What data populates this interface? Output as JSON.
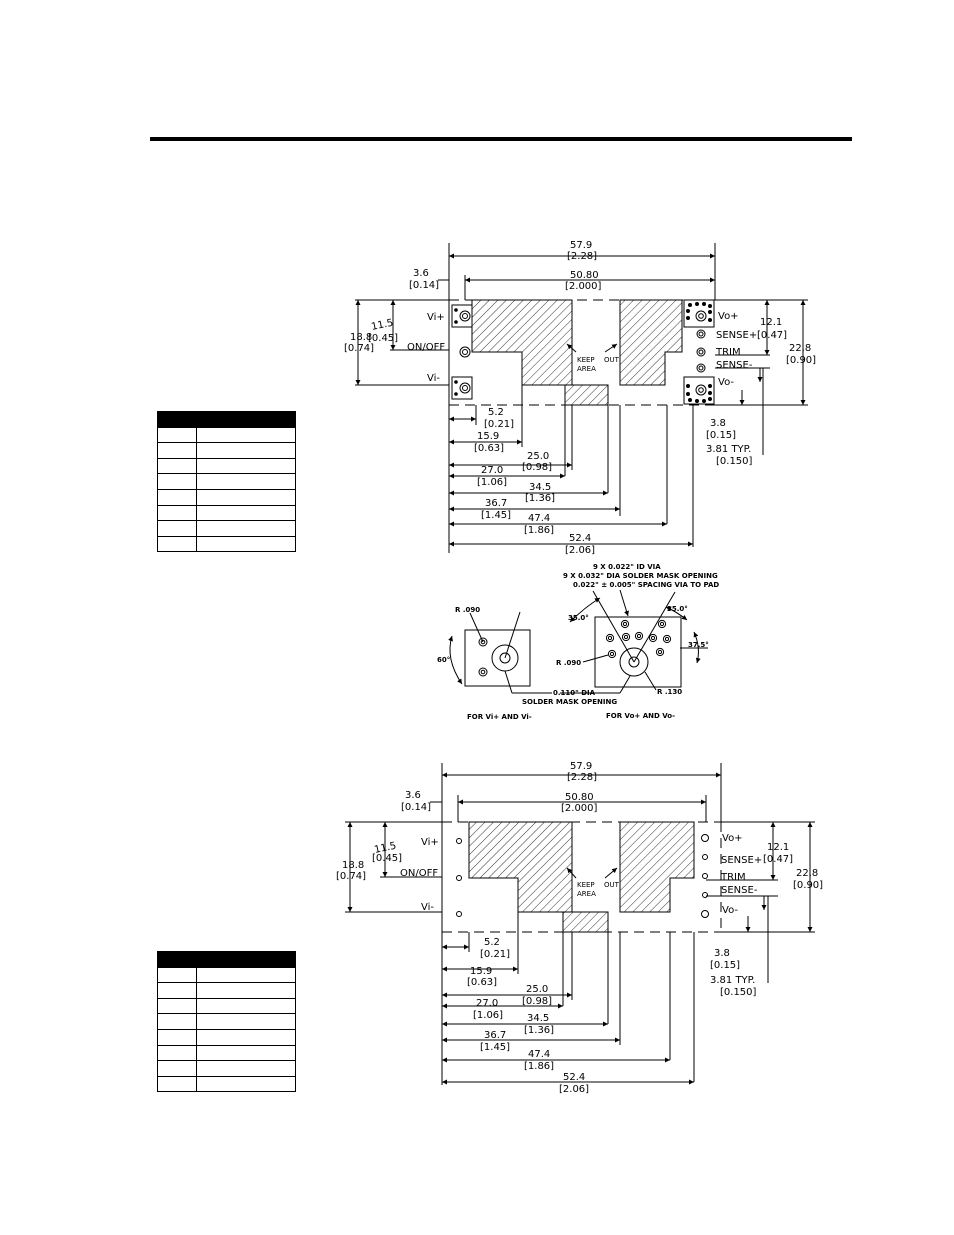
{
  "top_view": {
    "pins_left": [
      "Vi+",
      "ON/OFF",
      "Vi-"
    ],
    "pins_right": [
      "Vo+",
      "SENSE+",
      "TRIM",
      "SENSE-",
      "Vo-"
    ],
    "keep_out": [
      "KEEP",
      "AREA",
      "OUT"
    ],
    "dims": {
      "d579": "57.9",
      "d579b": "[2.28]",
      "d5080": "50.80",
      "d5080b": "[2.000]",
      "d36": "3.6",
      "d36b": "[0.14]",
      "d115": "11.5",
      "d115b": "[0.45]",
      "d188": "18.8",
      "d188b": "[0.74]",
      "d121": "12.1",
      "d121b": "[0.47]",
      "d228": "22.8",
      "d228b": "[0.90]",
      "d52": "5.2",
      "d52b": "[0.21]",
      "d159": "15.9",
      "d159b": "[0.63]",
      "d250": "25.0",
      "d250b": "[0.98]",
      "d270": "27.0",
      "d270b": "[1.06]",
      "d345": "34.5",
      "d345b": "[1.36]",
      "d367": "36.7",
      "d367b": "[1.45]",
      "d474": "47.4",
      "d474b": "[1.86]",
      "d524": "52.4",
      "d524b": "[2.06]",
      "d38": "3.8",
      "d38b": "[0.15]",
      "d381": "3.81  TYP.",
      "d381b": "[0.150]"
    }
  },
  "pad_detail": {
    "note1": "9 X 0.022\" ID VIA",
    "note2": "9 X 0.032\" DIA SOLDER MASK OPENING",
    "note3": "0.022\" ± 0.005\" SPACING VIA TO PAD",
    "r090": "R .090",
    "r090b": "R .090",
    "r130": "R .130",
    "a60": "60°",
    "a35a": "35.0°",
    "a35b": "35.0°",
    "a375": "37.5°",
    "dia1": "0.110\" DIA",
    "dia2": "SOLDER MASK OPENING",
    "cap_vi": "FOR Vi+ AND Vi-",
    "cap_vo": "FOR Vo+ AND Vo-"
  },
  "bottom_view": {
    "pins_left": [
      "Vi+",
      "ON/OFF",
      "Vi-"
    ],
    "pins_right": [
      "Vo+",
      "SENSE+",
      "TRIM",
      "SENSE-",
      "Vo-"
    ],
    "keep_out": [
      "KEEP",
      "AREA",
      "OUT"
    ],
    "dims": {
      "d579": "57.9",
      "d579b": "[2.28]",
      "d5080": "50.80",
      "d5080b": "[2.000]",
      "d36": "3.6",
      "d36b": "[0.14]",
      "d115": "11.5",
      "d115b": "[0.45]",
      "d188": "18.8",
      "d188b": "[0.74]",
      "d121": "12.1",
      "d121b": "[0.47]",
      "d228": "22.8",
      "d228b": "[0.90]",
      "d52": "5.2",
      "d52b": "[0.21]",
      "d159": "15.9",
      "d159b": "[0.63]",
      "d250": "25.0",
      "d250b": "[0.98]",
      "d270": "27.0",
      "d270b": "[1.06]",
      "d345": "34.5",
      "d345b": "[1.36]",
      "d367": "36.7",
      "d367b": "[1.45]",
      "d474": "47.4",
      "d474b": "[1.86]",
      "d524": "52.4",
      "d524b": "[2.06]",
      "d38": "3.8",
      "d38b": "[0.15]",
      "d381": "3.81  TYP.",
      "d381b": "[0.150]"
    }
  },
  "pin_tables": {
    "rows": 9
  }
}
